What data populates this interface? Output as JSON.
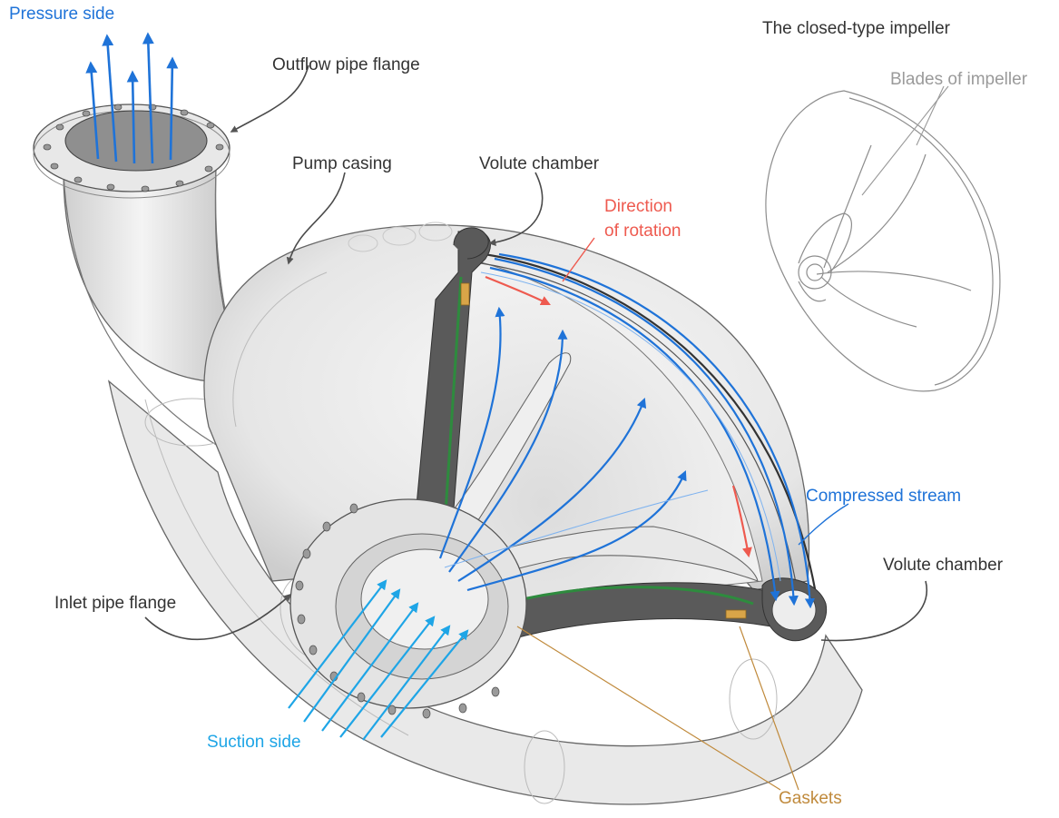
{
  "labels": {
    "pressure_side": "Pressure side",
    "outflow_pipe_flange": "Outflow pipe flange",
    "pump_casing": "Pump casing",
    "volute_chamber_top": "Volute chamber",
    "direction_line1": "Direction",
    "direction_line2": "of rotation",
    "closed_type_impeller": "The closed-type impeller",
    "blades_of_impeller": "Blades of impeller",
    "compressed_stream": "Compressed stream",
    "volute_chamber_right": "Volute chamber",
    "inlet_pipe_flange": "Inlet pipe flange",
    "suction_side": "Suction side",
    "gaskets": "Gaskets"
  },
  "colors": {
    "pressure_flow": "#1f73d8",
    "suction_flow": "#1ea5e6",
    "rotation": "#ee5a4f",
    "gasket": "#d9a548",
    "impeller_shroud": "#2e8b3e",
    "casing": "#e4e4e4",
    "cut_section": "#5a5a5a"
  }
}
